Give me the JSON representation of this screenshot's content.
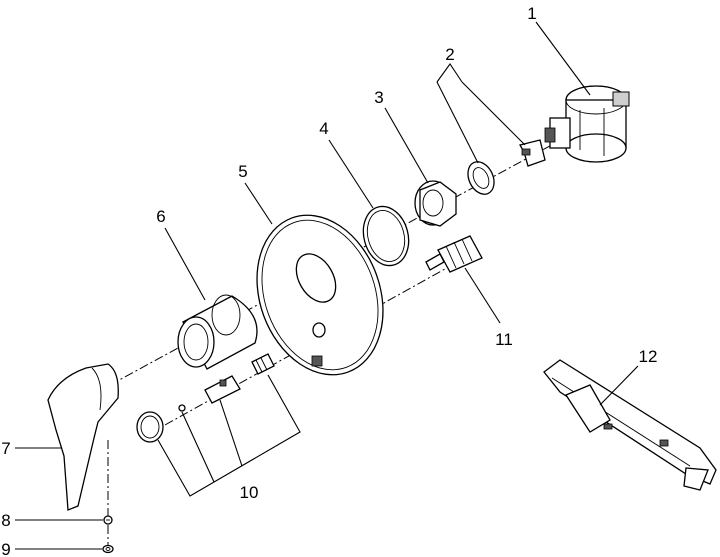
{
  "diagram": {
    "part_labels": [
      {
        "id": "1",
        "text": "1"
      },
      {
        "id": "2",
        "text": "2"
      },
      {
        "id": "3",
        "text": "3"
      },
      {
        "id": "4",
        "text": "4"
      },
      {
        "id": "5",
        "text": "5"
      },
      {
        "id": "6",
        "text": "6"
      },
      {
        "id": "7",
        "text": "7"
      },
      {
        "id": "8",
        "text": "8"
      },
      {
        "id": "9",
        "text": "9"
      },
      {
        "id": "10",
        "text": "10"
      },
      {
        "id": "11",
        "text": "11"
      },
      {
        "id": "12",
        "text": "12"
      }
    ]
  }
}
